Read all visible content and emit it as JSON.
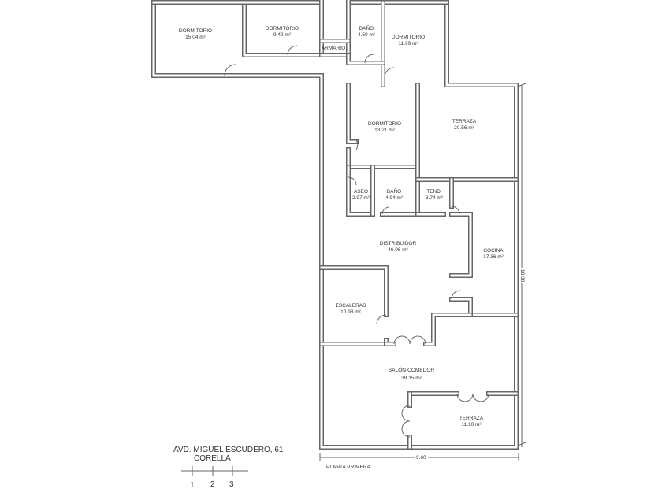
{
  "rooms": [
    {
      "name": "DORMITORIO",
      "area": "15.04 m²"
    },
    {
      "name": "DORMITORIO",
      "area": "9.42 m²"
    },
    {
      "name": "ARMARIO",
      "area": ""
    },
    {
      "name": "BAÑO",
      "area": "4.50 m²"
    },
    {
      "name": "DORMITORIO",
      "area": "11.99 m²"
    },
    {
      "name": "DORMITORIO",
      "area": "13.21 m²"
    },
    {
      "name": "TERRAZA",
      "area": "20.56 m²"
    },
    {
      "name": "ASEO",
      "area": "2.97 m²"
    },
    {
      "name": "BAÑO",
      "area": "4.94 m²"
    },
    {
      "name": "TEND.",
      "area": "3.74 m²"
    },
    {
      "name": "DISTRIBUIDOR",
      "area": "46.06 m²"
    },
    {
      "name": "COCINA",
      "area": "17.36 m²"
    },
    {
      "name": "ESCALERAS",
      "area": "10.98 m²"
    },
    {
      "name": "SALÓN-COMEDOR",
      "area": "39.15 m²"
    },
    {
      "name": "TERRAZA",
      "area": "11.10 m²"
    }
  ],
  "dimensions": {
    "height": "18.38",
    "width": "9.60"
  },
  "floor_label": "PLANTA PRIMERA",
  "address": {
    "line1": "AVD. MIGUEL ESCUDERO, 61",
    "line2": "CORELLA"
  },
  "scale": {
    "ticks": [
      "1",
      "2",
      "3"
    ]
  }
}
